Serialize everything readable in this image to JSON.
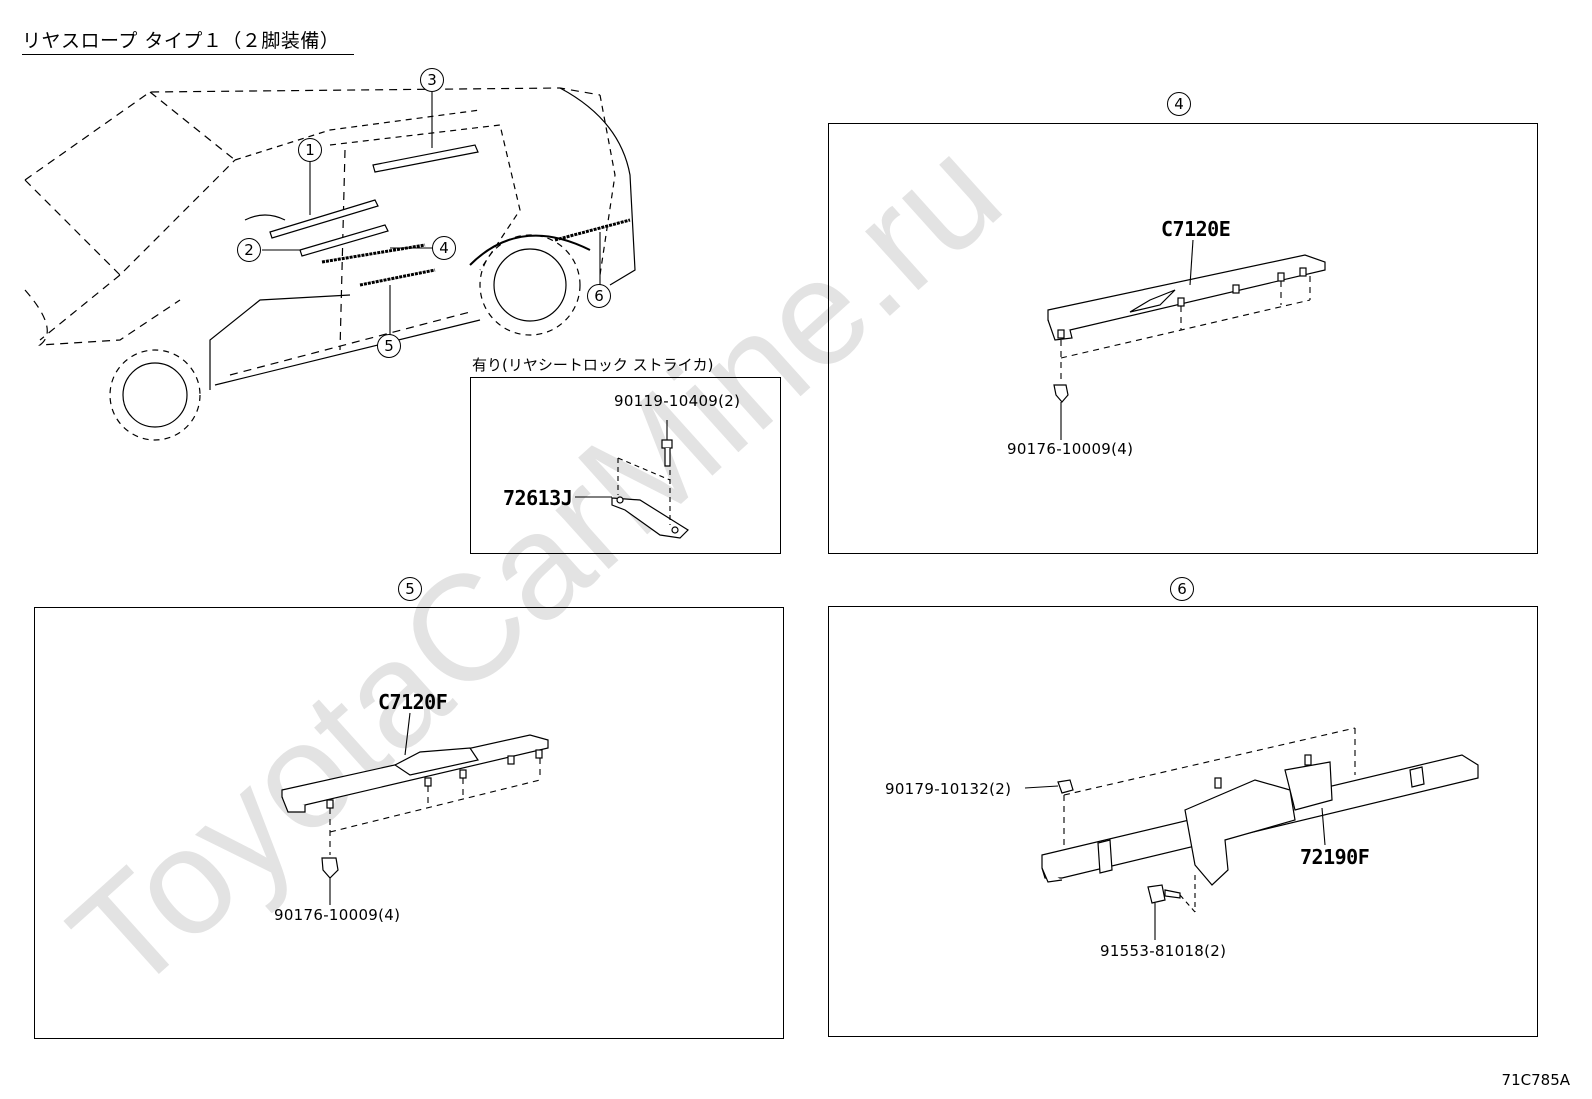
{
  "title": "リヤスロープ タイプ１（２脚装備）",
  "diagram_code": "71C785A",
  "watermark": "ToyotaCarMine.ru",
  "callouts": {
    "c1": "1",
    "c2": "2",
    "c3": "3",
    "c4": "4",
    "c5": "5",
    "c6": "6"
  },
  "inset_strike": {
    "caption": "有り(リヤシートロック ストライカ)",
    "bolt_part": "90119-10409(2)",
    "bracket_part": "72613J"
  },
  "panel4": {
    "index": "4",
    "main_part": "C7120E",
    "clip_part": "90176-10009(4)"
  },
  "panel5": {
    "index": "5",
    "main_part": "C7120F",
    "clip_part": "90176-10009(4)"
  },
  "panel6": {
    "index": "6",
    "main_part": "72190F",
    "nut_part": "90179-10132(2)",
    "bolt_part": "91553-81018(2)"
  }
}
